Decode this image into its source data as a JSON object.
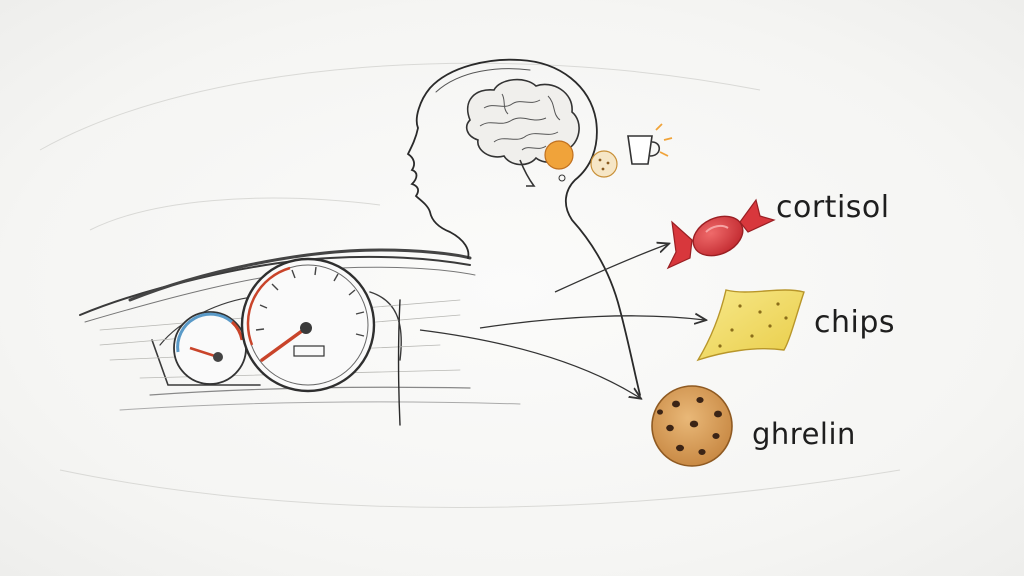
{
  "labels": {
    "cortisol": "cortisol",
    "chips": "chips",
    "ghrelin": "ghrelin"
  },
  "icons": {
    "brain": "brain-icon",
    "head": "human-head-silhouette",
    "gauge_cluster": "car-dashboard-gauges",
    "candy": "wrapped-candy-icon",
    "chips": "chip-icon",
    "cookie": "cookie-icon",
    "cup": "coffee-cup-icon"
  },
  "colors": {
    "candy": "#d8373c",
    "chips": "#f2dc63",
    "cookie": "#d9a05c",
    "brain_gland": "#f0a33a",
    "sketch_line": "#2a2a2a",
    "needle": "#c9442a",
    "gauge_blue": "#5a9ac8"
  }
}
